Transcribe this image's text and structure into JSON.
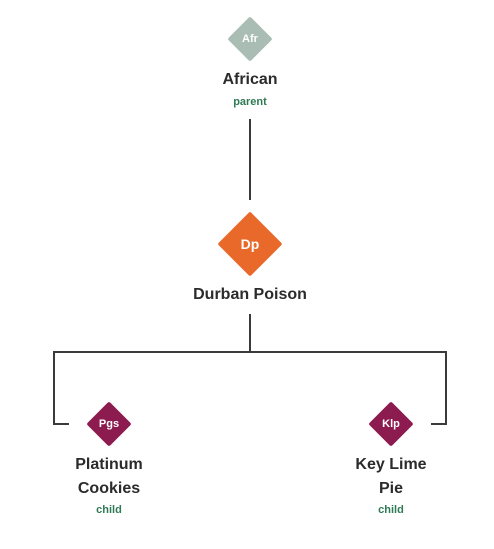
{
  "colors": {
    "parent": "#a9bdb5",
    "current": "#e8692a",
    "child": "#8c1c4f",
    "role_text": "#2f7a55",
    "name_text": "#2b2b2b",
    "connector": "#3a3a3a"
  },
  "parent": {
    "abbr": "Afr",
    "name": "African",
    "role": "parent"
  },
  "current": {
    "abbr": "Dp",
    "name": "Durban Poison"
  },
  "children": [
    {
      "abbr": "Pgs",
      "name_line1": "Platinum",
      "name_line2": "Cookies",
      "role": "child"
    },
    {
      "abbr": "Klp",
      "name_line1": "Key Lime",
      "name_line2": "Pie",
      "role": "child"
    }
  ]
}
